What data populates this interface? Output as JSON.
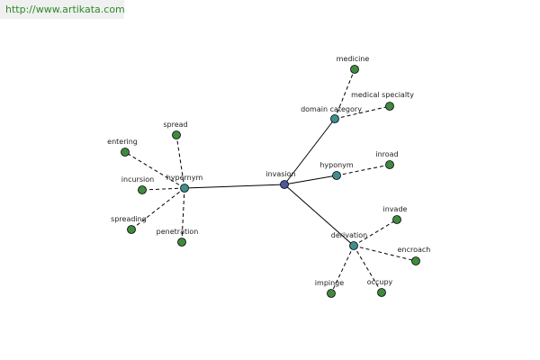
{
  "source_url": "http://www.artikata.com",
  "colors": {
    "center": "#4a57a0",
    "relation": "#3f8f8f",
    "word": "#3f8a3f",
    "stroke": "#000000"
  },
  "center": {
    "id": "invasion",
    "label": "invasion"
  },
  "relations": [
    {
      "id": "hypernym",
      "label": "hypernym",
      "words": [
        "spread",
        "entering",
        "incursion",
        "spreading",
        "penetration"
      ]
    },
    {
      "id": "domain-category",
      "label": "domain category",
      "words": [
        "medicine",
        "medical specialty"
      ]
    },
    {
      "id": "hyponym",
      "label": "hyponym",
      "words": [
        "inroad"
      ]
    },
    {
      "id": "derivation",
      "label": "derivation",
      "words": [
        "invade",
        "encroach",
        "occupy",
        "impinge"
      ]
    }
  ]
}
